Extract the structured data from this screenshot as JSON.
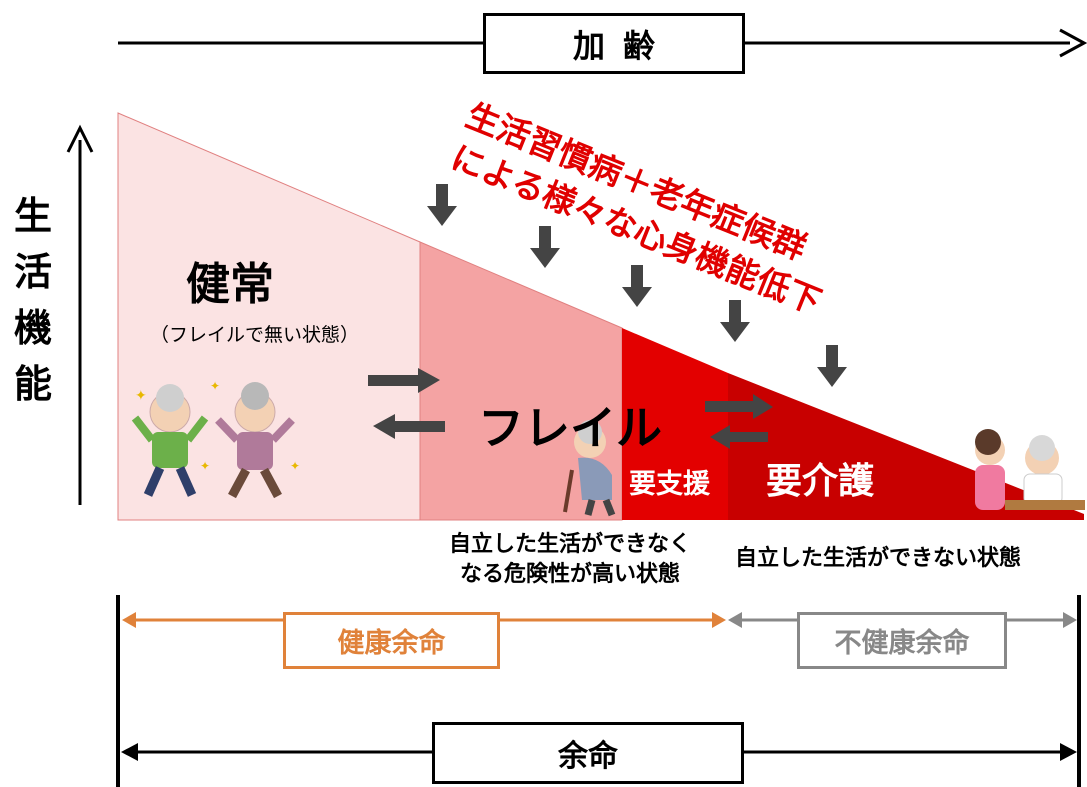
{
  "aging": "加齢",
  "vertical_axis": [
    "生",
    "活",
    "機",
    "能"
  ],
  "states": {
    "healthy": "健常",
    "healthy_note": "（フレイルで無い状態）",
    "frail": "フレイル",
    "support": "要支援",
    "care": "要介護"
  },
  "decline": {
    "line1": "生活習慣病＋老年症候群",
    "line2": "による様々な心身機能低下"
  },
  "descriptions": {
    "frail_line1": "自立した生活ができなく",
    "frail_line2": "なる危険性が高い状態",
    "care": "自立した生活ができない状態"
  },
  "spans": {
    "healthy_life": "健康余命",
    "unhealthy_life": "不健康余命",
    "lifespan": "余命"
  },
  "colors": {
    "healthy_zone": "#fbe3e3",
    "frail_zone": "#f4a3a3",
    "care_zone": "#e30000",
    "care_zone_dark": "#c80000",
    "decline_text": "#e00000",
    "healthy_life": "#e0823a",
    "unhealthy_life": "#888888",
    "arrows": "#444444"
  }
}
